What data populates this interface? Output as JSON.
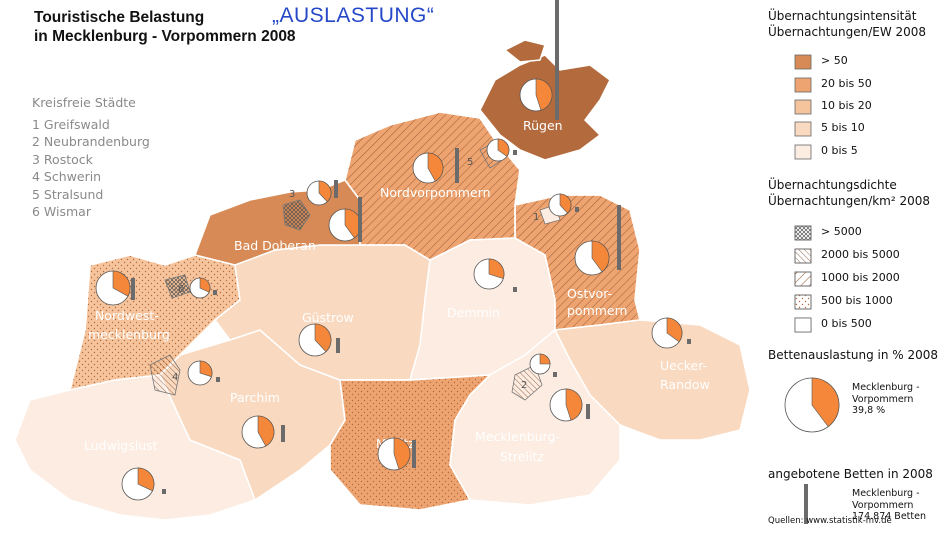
{
  "title_line1": "Touristische Belastung",
  "title_line2": "in Mecklenburg - Vorpommern 2008",
  "subtitle": "„AUSLASTUNG“",
  "cities": {
    "heading": "Kreisfreie Städte",
    "items": [
      "1 Greifswald",
      "2 Neubrandenburg",
      "3 Rostock",
      "4 Schwerin",
      "5 Stralsund",
      "6 Wismar"
    ]
  },
  "city_numbers": [
    "1",
    "2",
    "3",
    "4",
    "5",
    "6"
  ],
  "regions": {
    "ruegen": "Rügen",
    "nordvorpommern": "Nordvorpommern",
    "bad_doberan": "Bad Doberan",
    "nordwest_1": "Nordwest-",
    "nordwest_2": "mecklenburg",
    "guestrow": "Güstrow",
    "demmin": "Demmin",
    "ostvor_1": "Ostvor-",
    "ostvor_2": "pommern",
    "uecker_1": "Uecker-",
    "uecker_2": "Randow",
    "parchim": "Parchim",
    "mueritz": "Müritz",
    "mst_1": "Mecklenburg-",
    "mst_2": "Strelitz",
    "ludwigslust": "Ludwigslust"
  },
  "legend": {
    "intensity_title_1": "Übernachtungsintensität",
    "intensity_title_2": "Übernachtungen/EW 2008",
    "intensity": [
      {
        "label": "> 50",
        "color": "#d78a55"
      },
      {
        "label": "20 bis 50",
        "color": "#eea470"
      },
      {
        "label": "10 bis 20",
        "color": "#f6c49c"
      },
      {
        "label": "5 bis 10",
        "color": "#f9d9c0"
      },
      {
        "label": "0 bis 5",
        "color": "#fcece1"
      }
    ],
    "density_title_1": "Übernachtungsdichte",
    "density_title_2": "Übernachtungen/km² 2008",
    "density": [
      {
        "label": "> 5000",
        "pattern": "crosshatch"
      },
      {
        "label": "2000 bis 5000",
        "pattern": "dense-diagonal"
      },
      {
        "label": "1000 bis 2000",
        "pattern": "diagonal"
      },
      {
        "label": "500 bis 1000",
        "pattern": "dots"
      },
      {
        "label": "0 bis 500",
        "pattern": "none"
      }
    ],
    "occupancy_title": "Bettenauslastung in % 2008",
    "occupancy_note_1": "Mecklenburg -",
    "occupancy_note_2": "Vorpommern",
    "occupancy_note_3": "39,8 %",
    "beds_title": "angebotene Betten in 2008",
    "beds_note_1": "Mecklenburg -",
    "beds_note_2": "Vorpommern",
    "beds_note_3": "174.874 Betten"
  },
  "source": "Quellen: www.statistik-mv.de",
  "colors": {
    "pie_fill": "#f5873a",
    "bar": "#6b6b6b",
    "outline": "#9a6a4a"
  }
}
